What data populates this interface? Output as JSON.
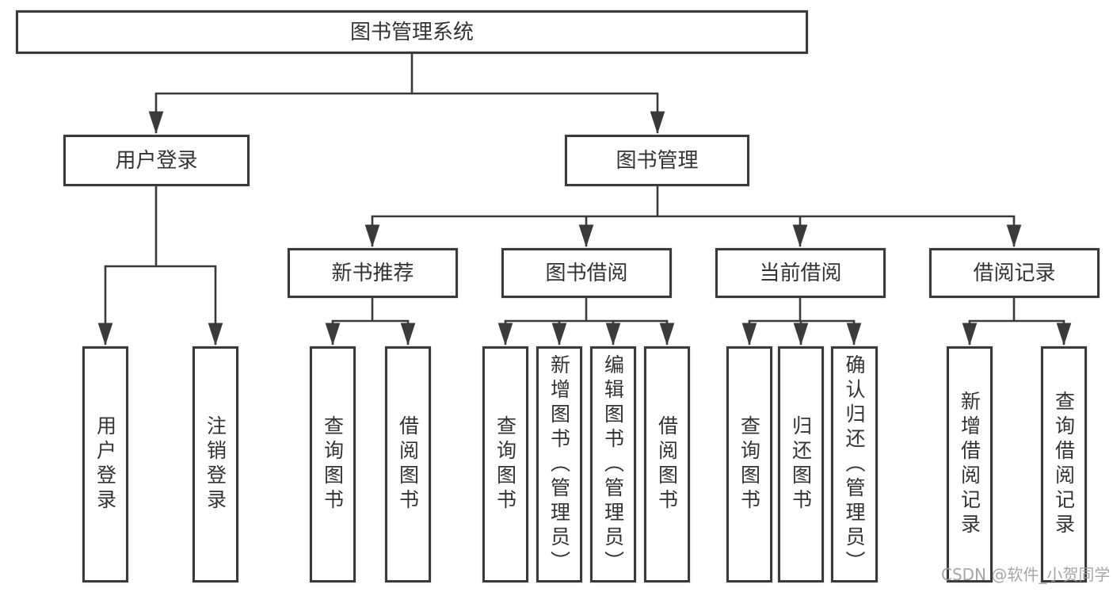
{
  "tree": {
    "root": {
      "label": "图书管理系统"
    },
    "branches": [
      {
        "label": "用户登录",
        "leaves": [
          {
            "label": "用户登录"
          },
          {
            "label": "注销登录"
          }
        ]
      },
      {
        "label": "图书管理",
        "groups": [
          {
            "label": "新书推荐",
            "leaves": [
              {
                "label": "查询图书"
              },
              {
                "label": "借阅图书"
              }
            ]
          },
          {
            "label": "图书借阅",
            "leaves": [
              {
                "label": "查询图书"
              },
              {
                "label": "新增图书（管理员）"
              },
              {
                "label": "编辑图书（管理员）"
              },
              {
                "label": "借阅图书"
              }
            ]
          },
          {
            "label": "当前借阅",
            "leaves": [
              {
                "label": "查询图书"
              },
              {
                "label": "归还图书"
              },
              {
                "label": "确认归还（管理员）"
              }
            ]
          },
          {
            "label": "借阅记录",
            "leaves": [
              {
                "label": "新增借阅记录"
              },
              {
                "label": "查询借阅记录"
              }
            ]
          }
        ]
      }
    ]
  },
  "watermark": {
    "text": "CSDN @软件_小贺同学",
    "color": "#9e9e9e"
  },
  "colors": {
    "line": "#3a3a3a",
    "node_border": "#3a3a3a",
    "node_fill": "#ffffff",
    "text": "#333333",
    "background": "#ffffff"
  }
}
